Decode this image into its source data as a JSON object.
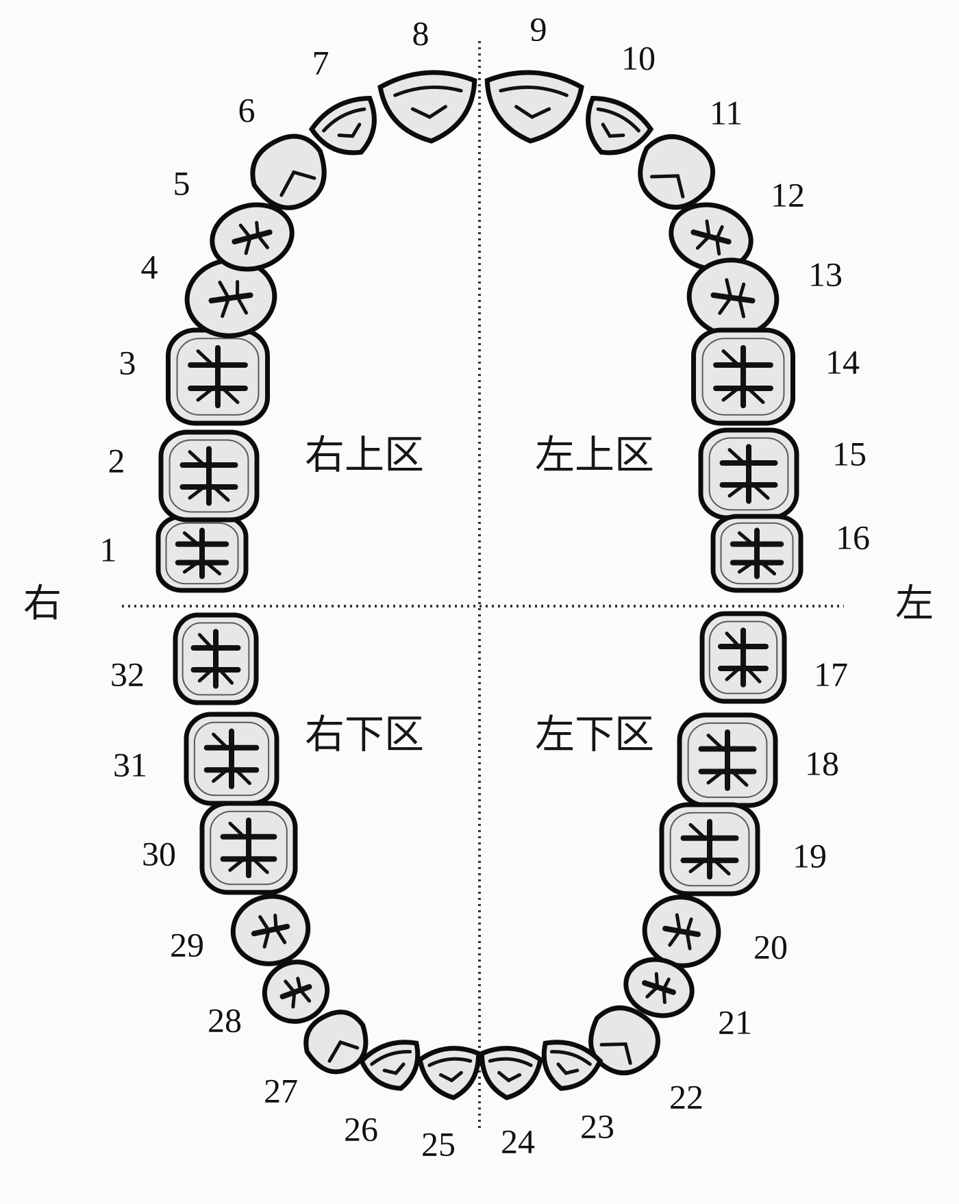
{
  "side_labels": {
    "right": "右",
    "left": "左"
  },
  "quadrant_labels": {
    "upper_right": "右上区",
    "upper_left": "左上区",
    "lower_right": "右下区",
    "lower_left": "左下区"
  },
  "teeth": [
    {
      "id": "1",
      "label": "1",
      "type": "molar"
    },
    {
      "id": "2",
      "label": "2",
      "type": "molar"
    },
    {
      "id": "3",
      "label": "3",
      "type": "molar"
    },
    {
      "id": "4",
      "label": "4",
      "type": "premolar"
    },
    {
      "id": "5",
      "label": "5",
      "type": "premolar"
    },
    {
      "id": "6",
      "label": "6",
      "type": "canine"
    },
    {
      "id": "7",
      "label": "7",
      "type": "incisor"
    },
    {
      "id": "8",
      "label": "8",
      "type": "incisor"
    },
    {
      "id": "9",
      "label": "9",
      "type": "incisor"
    },
    {
      "id": "10",
      "label": "10",
      "type": "incisor"
    },
    {
      "id": "11",
      "label": "11",
      "type": "canine"
    },
    {
      "id": "12",
      "label": "12",
      "type": "premolar"
    },
    {
      "id": "13",
      "label": "13",
      "type": "premolar"
    },
    {
      "id": "14",
      "label": "14",
      "type": "molar"
    },
    {
      "id": "15",
      "label": "15",
      "type": "molar"
    },
    {
      "id": "16",
      "label": "16",
      "type": "molar"
    },
    {
      "id": "17",
      "label": "17",
      "type": "molar"
    },
    {
      "id": "18",
      "label": "18",
      "type": "molar"
    },
    {
      "id": "19",
      "label": "19",
      "type": "molar"
    },
    {
      "id": "20",
      "label": "20",
      "type": "premolar"
    },
    {
      "id": "21",
      "label": "21",
      "type": "premolar"
    },
    {
      "id": "22",
      "label": "22",
      "type": "canine"
    },
    {
      "id": "23",
      "label": "23",
      "type": "incisor"
    },
    {
      "id": "24",
      "label": "24",
      "type": "incisor"
    },
    {
      "id": "25",
      "label": "25",
      "type": "incisor"
    },
    {
      "id": "26",
      "label": "26",
      "type": "incisor"
    },
    {
      "id": "27",
      "label": "27",
      "type": "canine"
    },
    {
      "id": "28",
      "label": "28",
      "type": "premolar"
    },
    {
      "id": "29",
      "label": "29",
      "type": "premolar"
    },
    {
      "id": "30",
      "label": "30",
      "type": "molar"
    },
    {
      "id": "31",
      "label": "31",
      "type": "molar"
    },
    {
      "id": "32",
      "label": "32",
      "type": "molar"
    }
  ]
}
